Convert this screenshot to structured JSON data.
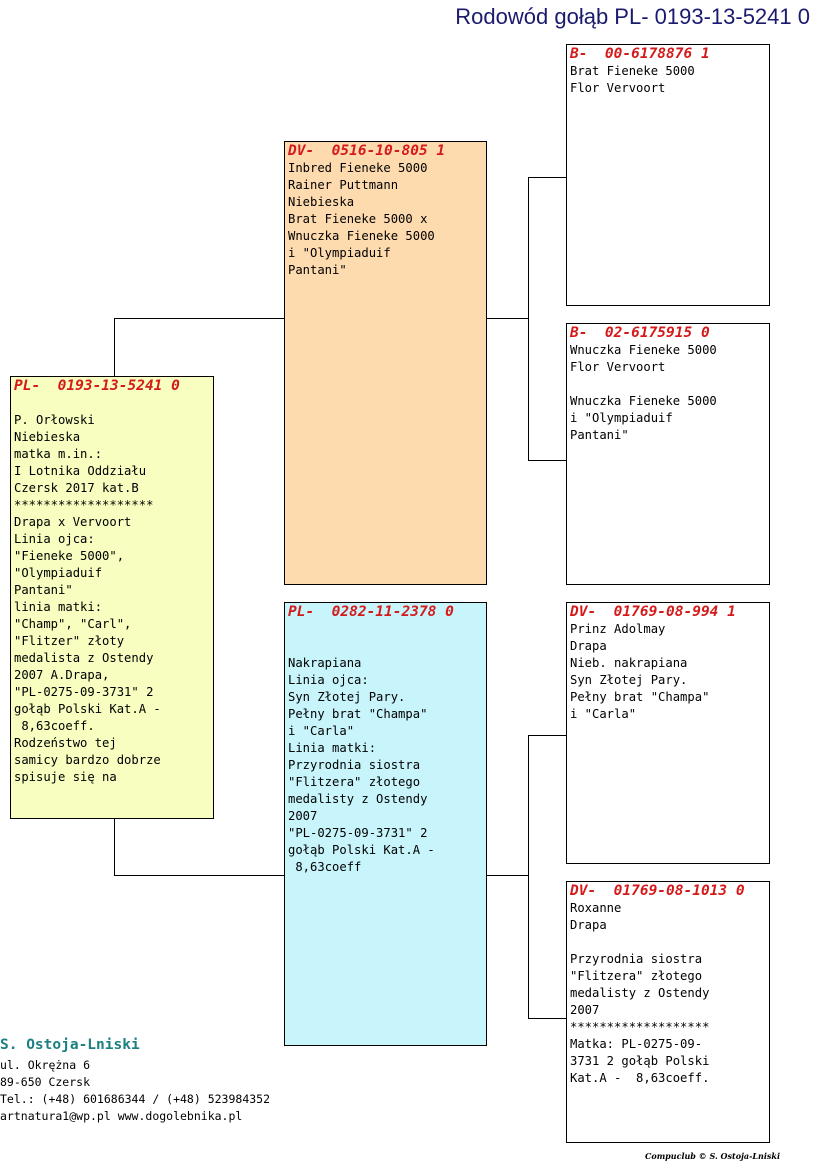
{
  "title": "Rodowód gołąb PL- 0193-13-5241 0",
  "colors": {
    "ring_text": "#d41a1a",
    "subject_bg": "#f8fdc0",
    "sire_bg": "#fedbae",
    "dam_bg": "#c8f5fb",
    "breeder_name": "#1b8080",
    "title_text": "#1a1a6e"
  },
  "subject": {
    "ring": "PL-  0193-13-5241 0",
    "desc": "\nP. Orłowski\nNiebieska\nmatka m.in.:\nI Lotnika Oddziału\nCzersk 2017 kat.B\n*******************\nDrapa x Vervoort\nLinia ojca:\n\"Fieneke 5000\",\n\"Olympiaduif\nPantani\"\nlinia matki:\n\"Champ\", \"Carl\",\n\"Flitzer\" złoty\nmedalista z Ostendy\n2007 A.Drapa,\n\"PL-0275-09-3731\" 2\ngołąb Polski Kat.A -\n 8,63coeff.\nRodzeństwo tej\nsamicy bardzo dobrze\nspisuje się na"
  },
  "sire": {
    "ring": "DV-  0516-10-805 1",
    "desc": "Inbred Fieneke 5000\nRainer Puttmann\nNiebieska\nBrat Fieneke 5000 x\nWnuczka Fieneke 5000\ni \"Olympiaduif\nPantani\""
  },
  "dam": {
    "ring": "PL-  0282-11-2378 0",
    "desc": "\n\nNakrapiana\nLinia ojca:\nSyn Złotej Pary.\nPełny brat \"Champa\"\ni \"Carla\"\nLinia matki:\nPrzyrodnia siostra\n\"Flitzera\" złotego\nmedalisty z Ostendy\n2007\n\"PL-0275-09-3731\" 2\ngołąb Polski Kat.A -\n 8,63coeff"
  },
  "sire_sire": {
    "ring": "B-  00-6178876 1",
    "desc": "Brat Fieneke 5000\nFlor Vervoort"
  },
  "sire_dam": {
    "ring": "B-  02-6175915 0",
    "desc": "Wnuczka Fieneke 5000\nFlor Vervoort\n\nWnuczka Fieneke 5000\ni \"Olympiaduif\nPantani\""
  },
  "dam_sire": {
    "ring": "DV-  01769-08-994 1",
    "desc": "Prinz Adolmay\nDrapa\nNieb. nakrapiana\nSyn Złotej Pary.\nPełny brat \"Champa\"\ni \"Carla\""
  },
  "dam_dam": {
    "ring": "DV-  01769-08-1013 0",
    "desc": "Roxanne\nDrapa\n\nPrzyrodnia siostra\n\"Flitzera\" złotego\nmedalisty z Ostendy\n2007\n*******************\nMatka: PL-0275-09-\n3731 2 gołąb Polski\nKat.A -  8,63coeff."
  },
  "breeder": {
    "name": "S. Ostoja-Lniski",
    "address": "ul. Okrężna 6",
    "city": "89-650  Czersk",
    "phone": "Tel.: (+48) 601686344 / (+48) 523984352",
    "contact": "artnatura1@wp.pl  www.dogolebnika.pl"
  },
  "credit": "Compuclub © S. Ostoja-Lniski"
}
